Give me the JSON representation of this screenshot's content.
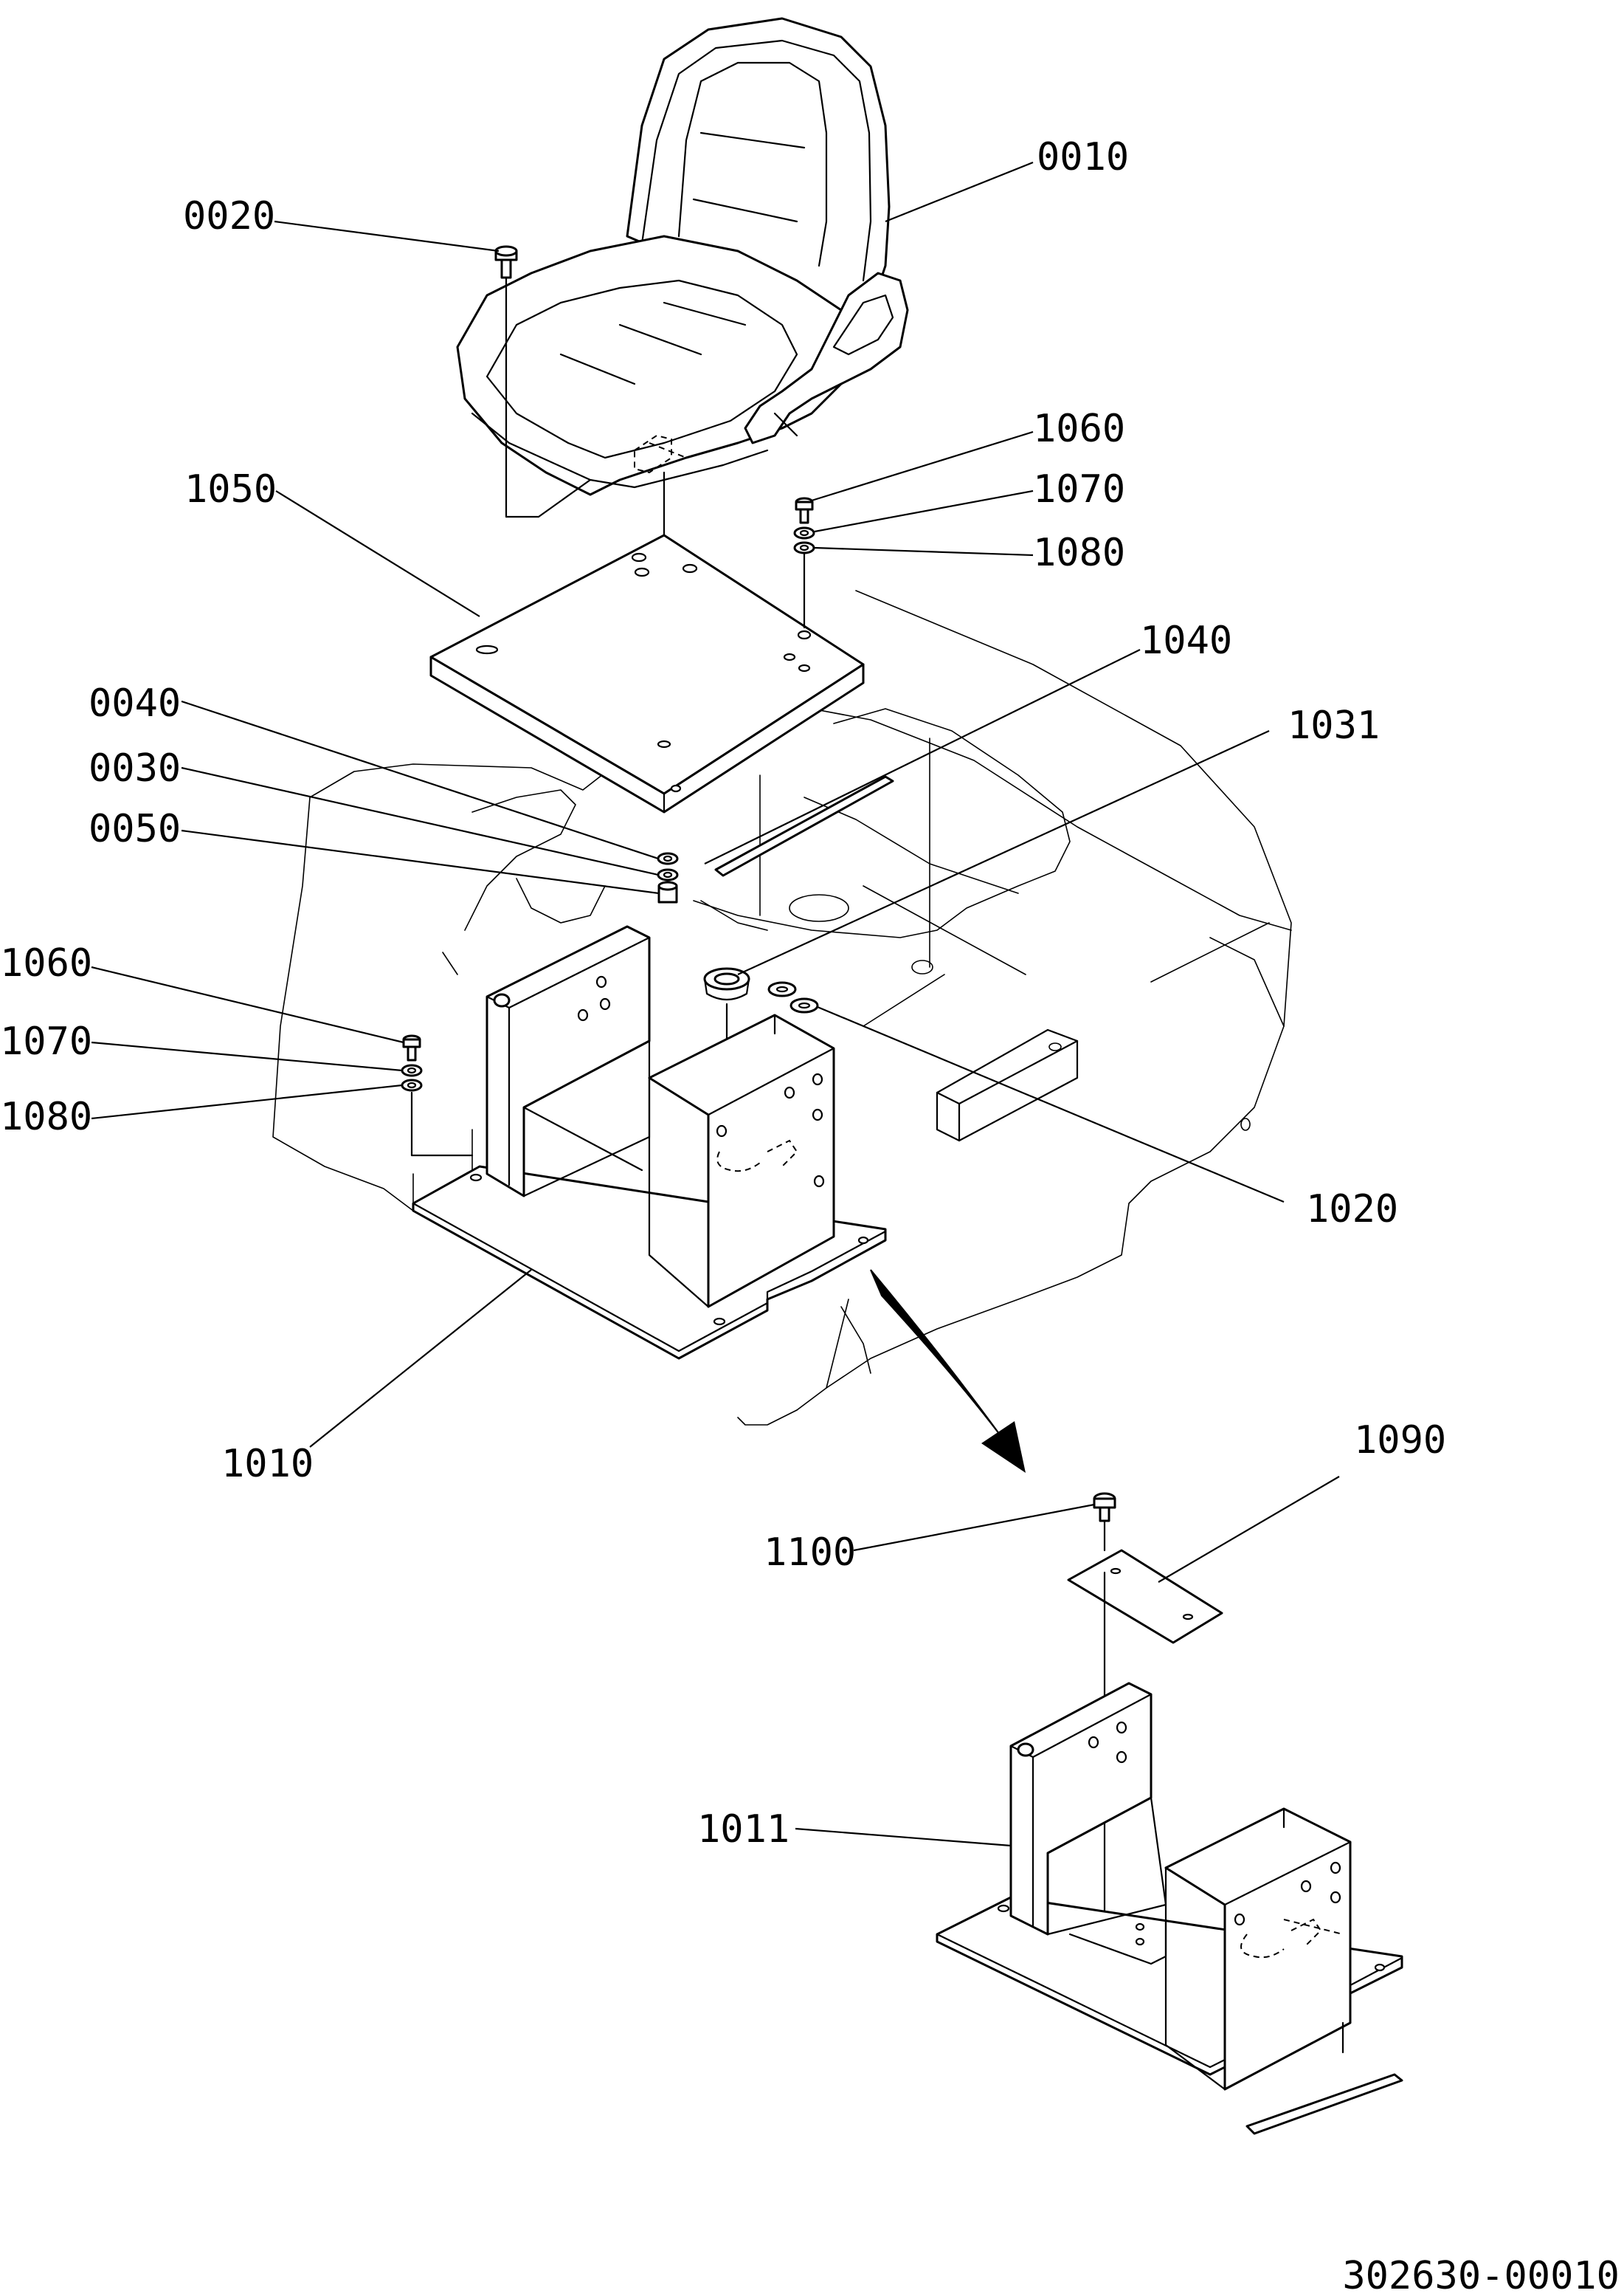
{
  "diagram": {
    "drawing_number": "302630-00010",
    "callouts": [
      {
        "id": "seat",
        "text": "0010"
      },
      {
        "id": "seat-bolt",
        "text": "0020"
      },
      {
        "id": "washer-0040",
        "text": "0040"
      },
      {
        "id": "washer-0030",
        "text": "0030"
      },
      {
        "id": "nut-0050",
        "text": "0050"
      },
      {
        "id": "bolt-1060-top",
        "text": "1060"
      },
      {
        "id": "washer-1070-top",
        "text": "1070"
      },
      {
        "id": "washer-1080-top",
        "text": "1080"
      },
      {
        "id": "plate-1050",
        "text": "1050"
      },
      {
        "id": "strip-1040",
        "text": "1040"
      },
      {
        "id": "grommet-1031",
        "text": "1031"
      },
      {
        "id": "bolt-1060-left",
        "text": "1060"
      },
      {
        "id": "washer-1070-left",
        "text": "1070"
      },
      {
        "id": "washer-1080-left",
        "text": "1080"
      },
      {
        "id": "washer-1020",
        "text": "1020"
      },
      {
        "id": "stand-1010",
        "text": "1010"
      },
      {
        "id": "cover-1090",
        "text": "1090"
      },
      {
        "id": "bolt-1100",
        "text": "1100"
      },
      {
        "id": "stand-1011",
        "text": "1011"
      }
    ]
  }
}
